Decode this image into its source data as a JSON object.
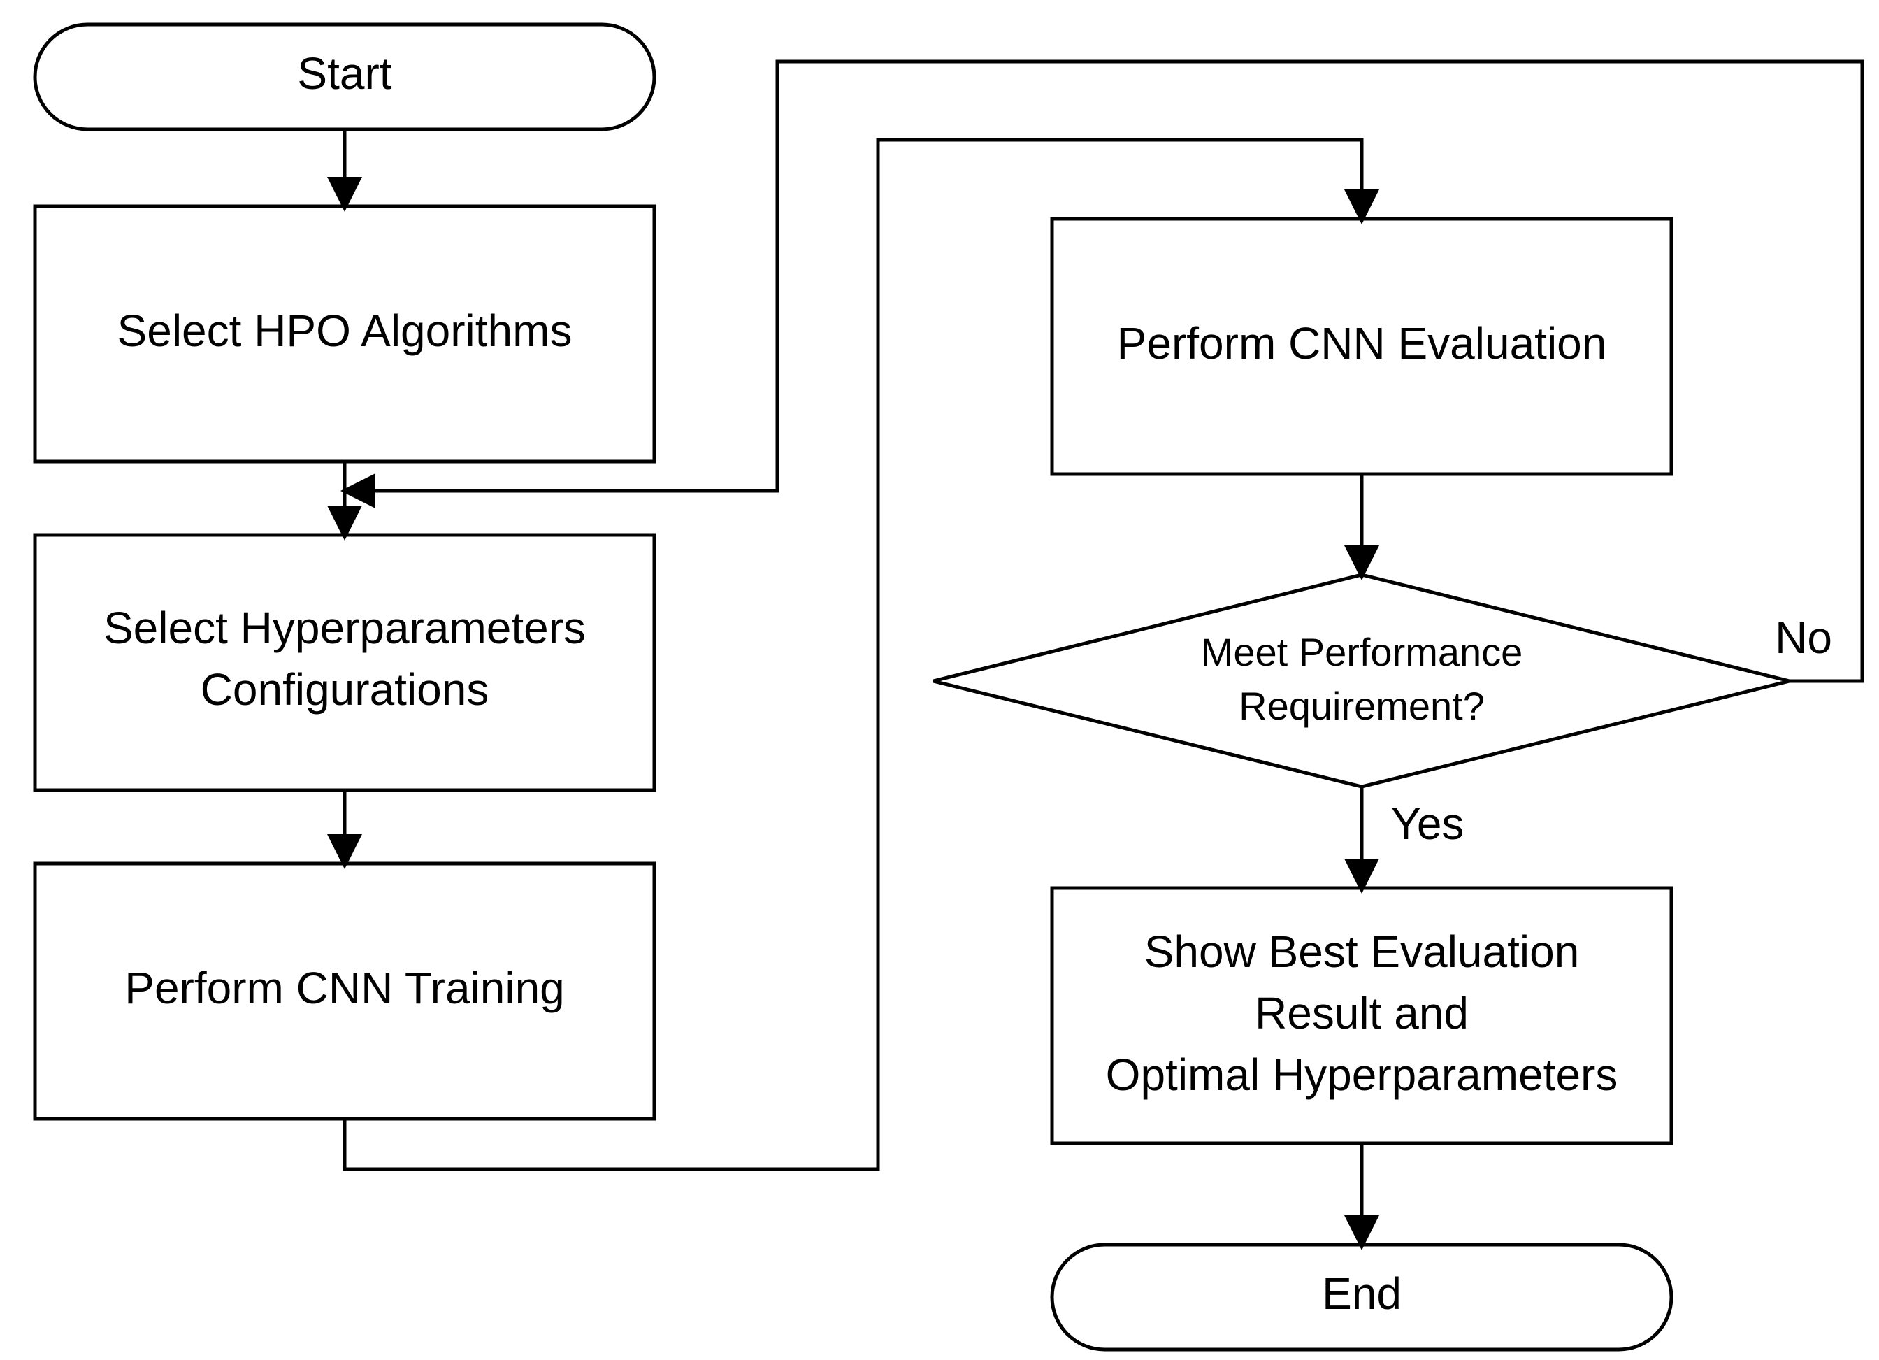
{
  "nodes": {
    "start": "Start",
    "select_hpo": "Select HPO Algorithms",
    "select_hyper_line1": "Select Hyperparameters",
    "select_hyper_line2": "Configurations",
    "cnn_training": "Perform CNN Training",
    "cnn_evaluation": "Perform CNN Evaluation",
    "decision_line1": "Meet Performance",
    "decision_line2": "Requirement?",
    "show_best_line1": "Show Best Evaluation",
    "show_best_line2": "Result and",
    "show_best_line3": "Optimal Hyperparameters",
    "end": "End"
  },
  "labels": {
    "yes": "Yes",
    "no": "No"
  },
  "colors": {
    "stroke": "#000000",
    "fill": "#ffffff"
  }
}
